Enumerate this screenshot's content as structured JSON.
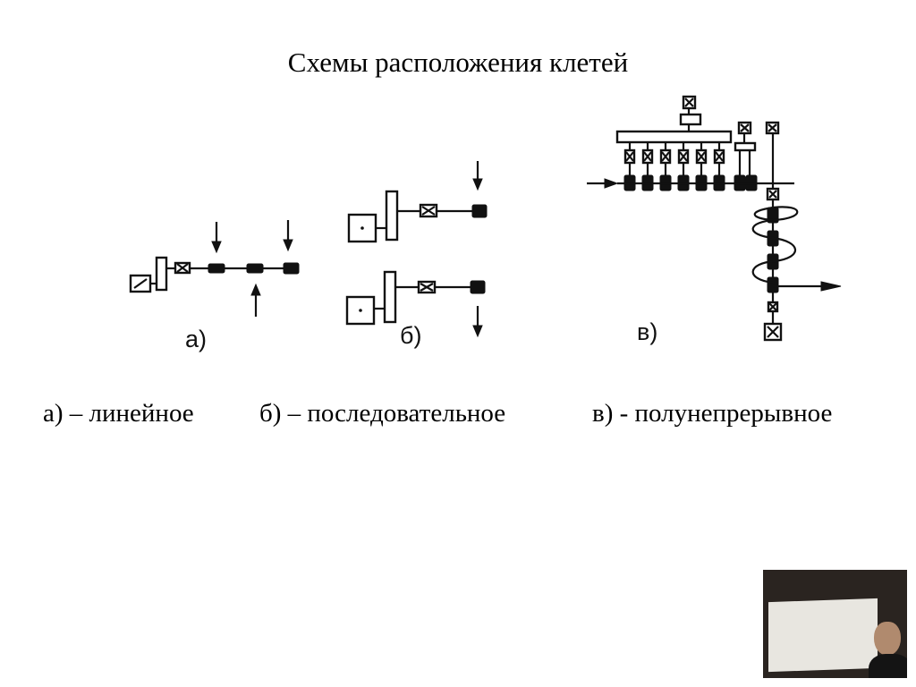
{
  "slide": {
    "title": "Схемы расположения клетей",
    "captions": [
      "а) – линейное",
      "б) – последовательное",
      "в) - полунепрерывное"
    ],
    "diagram_labels": [
      "а)",
      "б)",
      "в)"
    ]
  },
  "webcam": {
    "description_icon": "presenter-video-icon"
  }
}
